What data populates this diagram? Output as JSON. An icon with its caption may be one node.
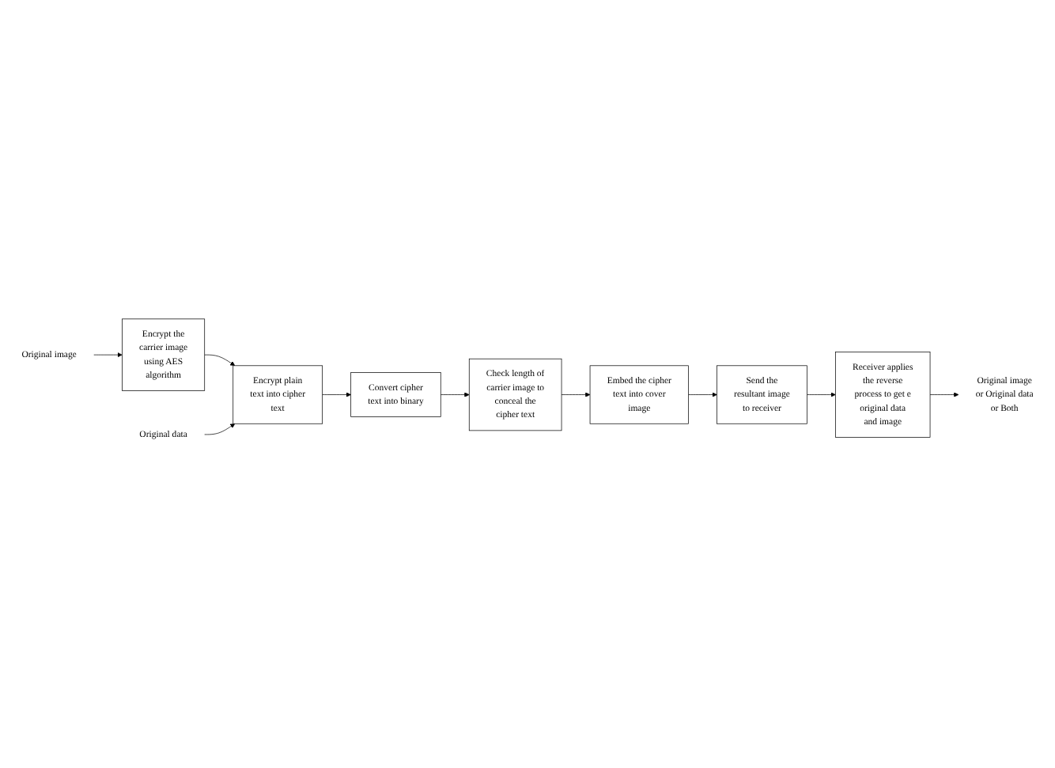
{
  "diagram": {
    "nodes": [
      {
        "text": [
          "Original image"
        ]
      },
      {
        "text": [
          "Encrypt the carrier image using AES algorithm"
        ]
      },
      {
        "text": [
          "Original data"
        ]
      },
      {
        "text": [
          "Encrypt plain text into cipher text"
        ]
      },
      {
        "text": [
          "Convert cipher text into binary"
        ]
      },
      {
        "text": [
          "Check length of carrier image to conceal the cipher text"
        ]
      },
      {
        "text": [
          "Embed the cipher text into cover image"
        ]
      },
      {
        "text": [
          "Send the resultant image to receiver"
        ]
      },
      {
        "text": [
          "Receiver applies the reverse process to get e original data and image"
        ]
      },
      {
        "text": [
          "Original image or Original data or Both"
        ]
      }
    ],
    "edges": [
      {
        "from": 0,
        "to": 1,
        "arrow": "to"
      },
      {
        "from": 1,
        "to": 3,
        "arrow": "to"
      },
      {
        "from": 2,
        "to": 3,
        "arrow": "to"
      },
      {
        "from": 3,
        "to": 4,
        "arrow": "to"
      },
      {
        "from": 4,
        "to": 5,
        "arrow": "to"
      },
      {
        "from": 5,
        "to": 6,
        "arrow": "to"
      },
      {
        "from": 6,
        "to": 7,
        "arrow": "to"
      },
      {
        "from": 7,
        "to": 8,
        "arrow": "to"
      },
      {
        "from": 8,
        "to": 9,
        "arrow": "to"
      }
    ]
  }
}
